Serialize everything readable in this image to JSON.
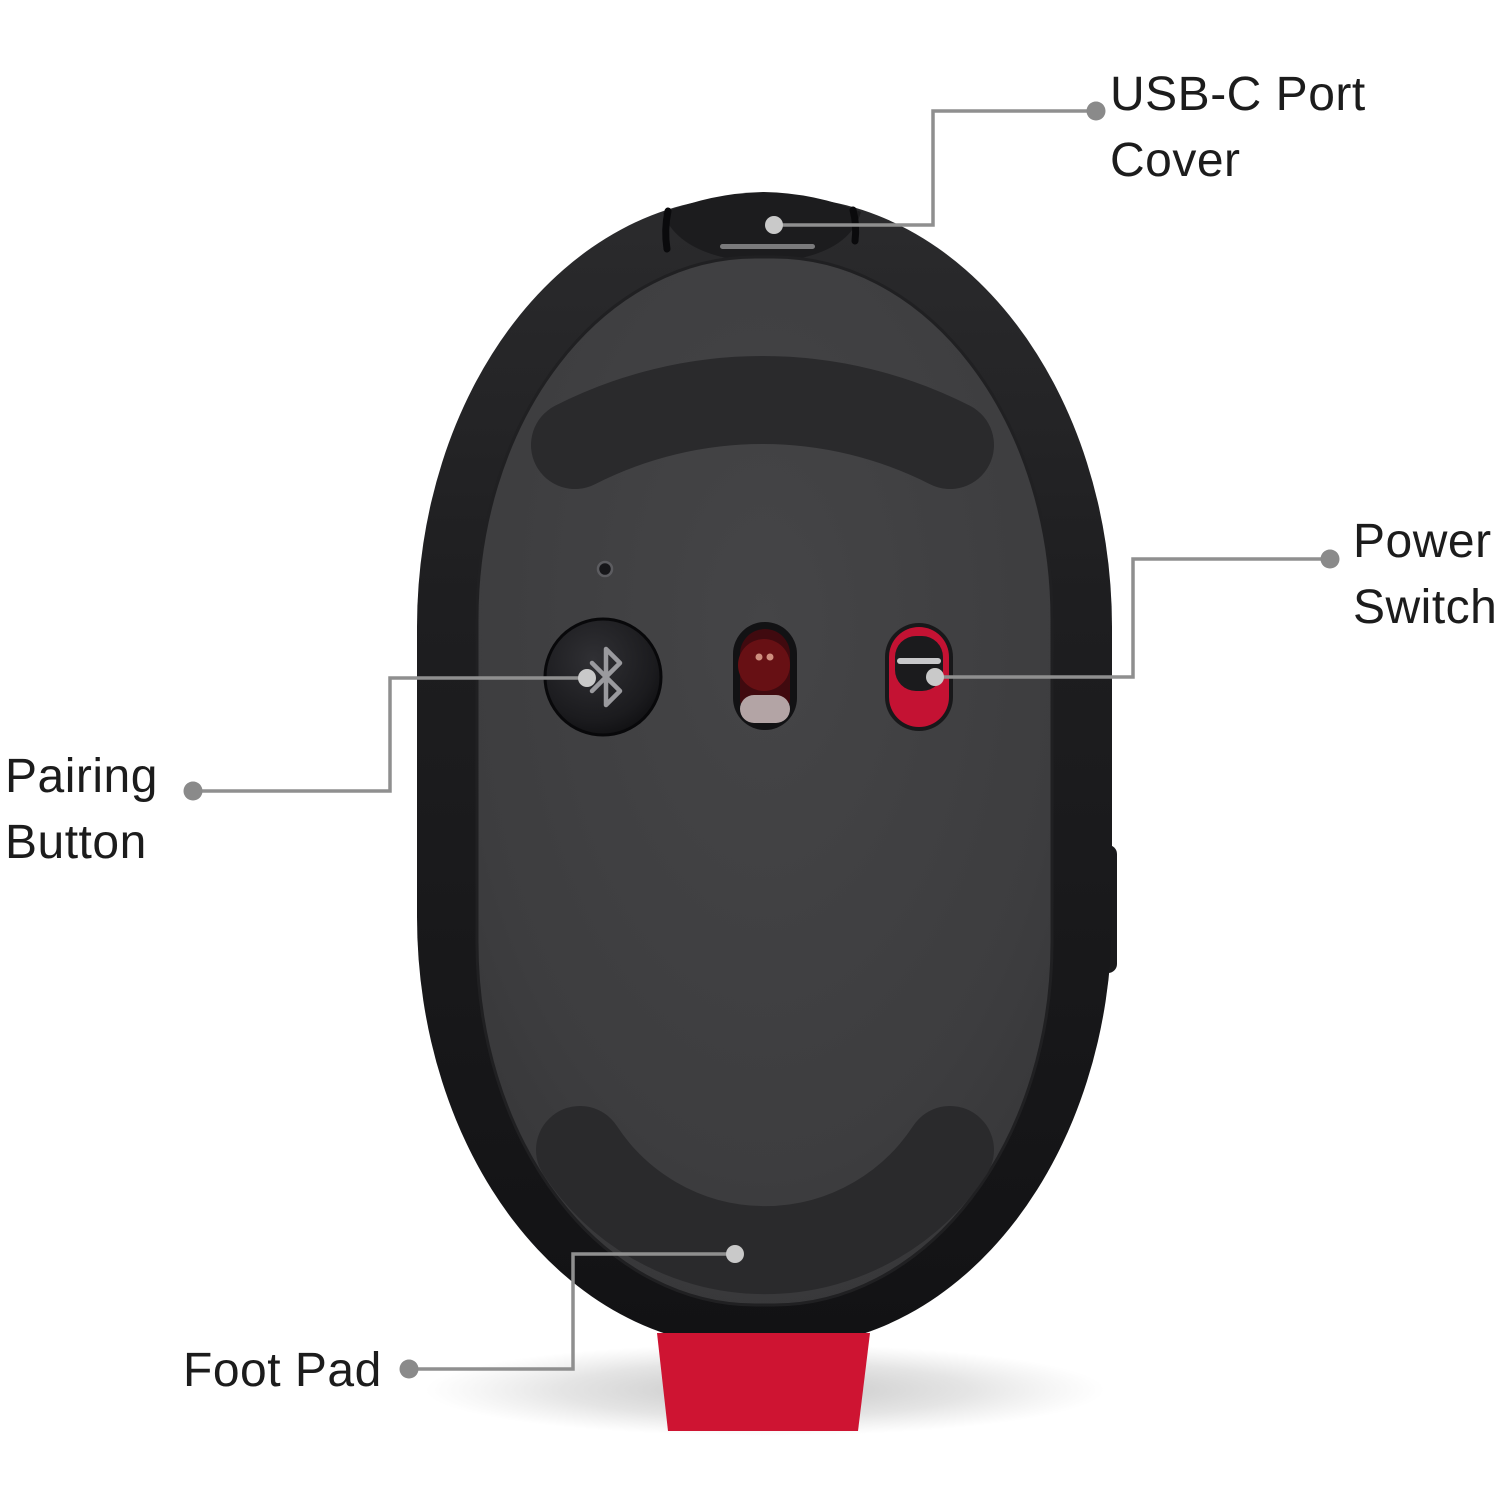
{
  "page": {
    "background": "#ffffff",
    "description_labels_total": 4
  },
  "colors": {
    "label_text": "#1c1c1c",
    "callout_line": "#8f8f8f",
    "callout_dot_text_side": "#8a8a8a",
    "callout_dot_on_device": "#c9c9c9",
    "accent_red": "#ce1432",
    "switch_red": "#c41233",
    "switch_knob_black": "#1b1b1d",
    "switch_slot_gray": "#c8c8ca",
    "body_black": "#1e1e20",
    "bottom_plate_gray": "#3e3e40",
    "glide_pad_gray": "#2a2a2c",
    "bluetooth_glyph_gray": "#9a9a9e",
    "sensor_window_dark_red": "#400a0f",
    "sensor_glow_red": "#671014",
    "sensor_lens_pink": "#b3a4a5",
    "usb_slit_gray": "#7a7a7c"
  },
  "icons": {
    "pairing_button_glyph": "bluetooth-icon"
  },
  "callouts": {
    "usb_c_port_cover": {
      "line1": "USB-C Port",
      "line2": "Cover"
    },
    "power_switch": {
      "line1": "Power",
      "line2": "Switch"
    },
    "pairing_button": {
      "line1": "Pairing",
      "line2": "Button"
    },
    "foot_pad": {
      "line1": "Foot Pad"
    }
  }
}
